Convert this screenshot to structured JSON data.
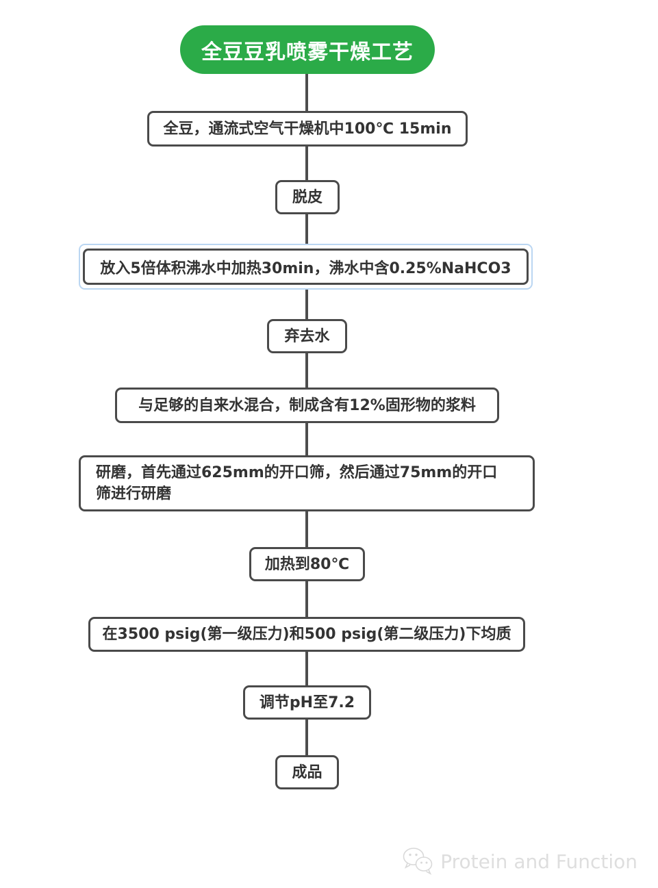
{
  "title": {
    "label": "全豆豆乳喷雾干燥工艺"
  },
  "nodes": [
    {
      "id": "dry",
      "label": "全豆，通流式空气干燥机中100℃ 15min",
      "highlighted": false
    },
    {
      "id": "dehull",
      "label": "脱皮",
      "highlighted": false
    },
    {
      "id": "boil",
      "label": "放入5倍体积沸水中加热30min，沸水中含0.25%NaHCO3",
      "highlighted": true
    },
    {
      "id": "drain",
      "label": "弃去水",
      "highlighted": false
    },
    {
      "id": "mix",
      "label": "与足够的自来水混合，制成含有12%固形物的浆料",
      "highlighted": false
    },
    {
      "id": "grind",
      "label": "研磨，首先通过625mm的开口筛，然后通过75mm的开口\n筛进行研磨",
      "highlighted": false
    },
    {
      "id": "heat",
      "label": "加热到80℃",
      "highlighted": false
    },
    {
      "id": "homogenize",
      "label": "在3500 psig(第一级压力)和500 psig(第二级压力)下均质",
      "highlighted": false
    },
    {
      "id": "adjust-ph",
      "label": "调节pH至7.2",
      "highlighted": false
    },
    {
      "id": "final",
      "label": "成品",
      "highlighted": false
    }
  ],
  "watermark": {
    "label": "Protein and Function",
    "icon": "wechat-icon"
  },
  "colors": {
    "accent_green": "#2BAB48",
    "box_border": "#4A4A4A",
    "connector": "#4D4D4D",
    "highlight_blue": "#BAD6F2",
    "text": "#333333",
    "watermark_gray": "#DEDEDE"
  }
}
